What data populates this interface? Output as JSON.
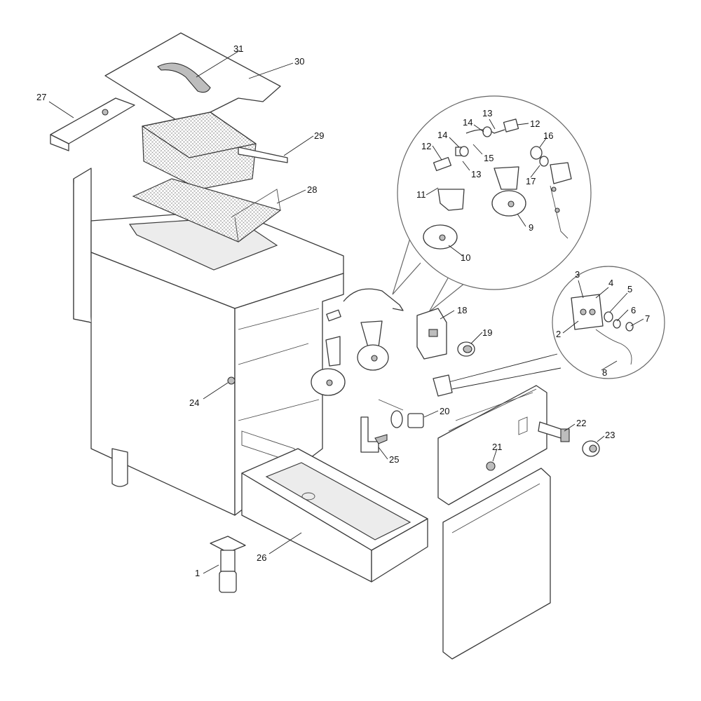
{
  "diagram": {
    "part_labels": [
      "1",
      "2",
      "3",
      "4",
      "5",
      "6",
      "7",
      "8",
      "9",
      "10",
      "11",
      "12",
      "12",
      "13",
      "13",
      "14",
      "14",
      "15",
      "16",
      "17",
      "18",
      "19",
      "20",
      "21",
      "22",
      "23",
      "24",
      "25",
      "26",
      "27",
      "28",
      "29",
      "30",
      "31"
    ]
  }
}
